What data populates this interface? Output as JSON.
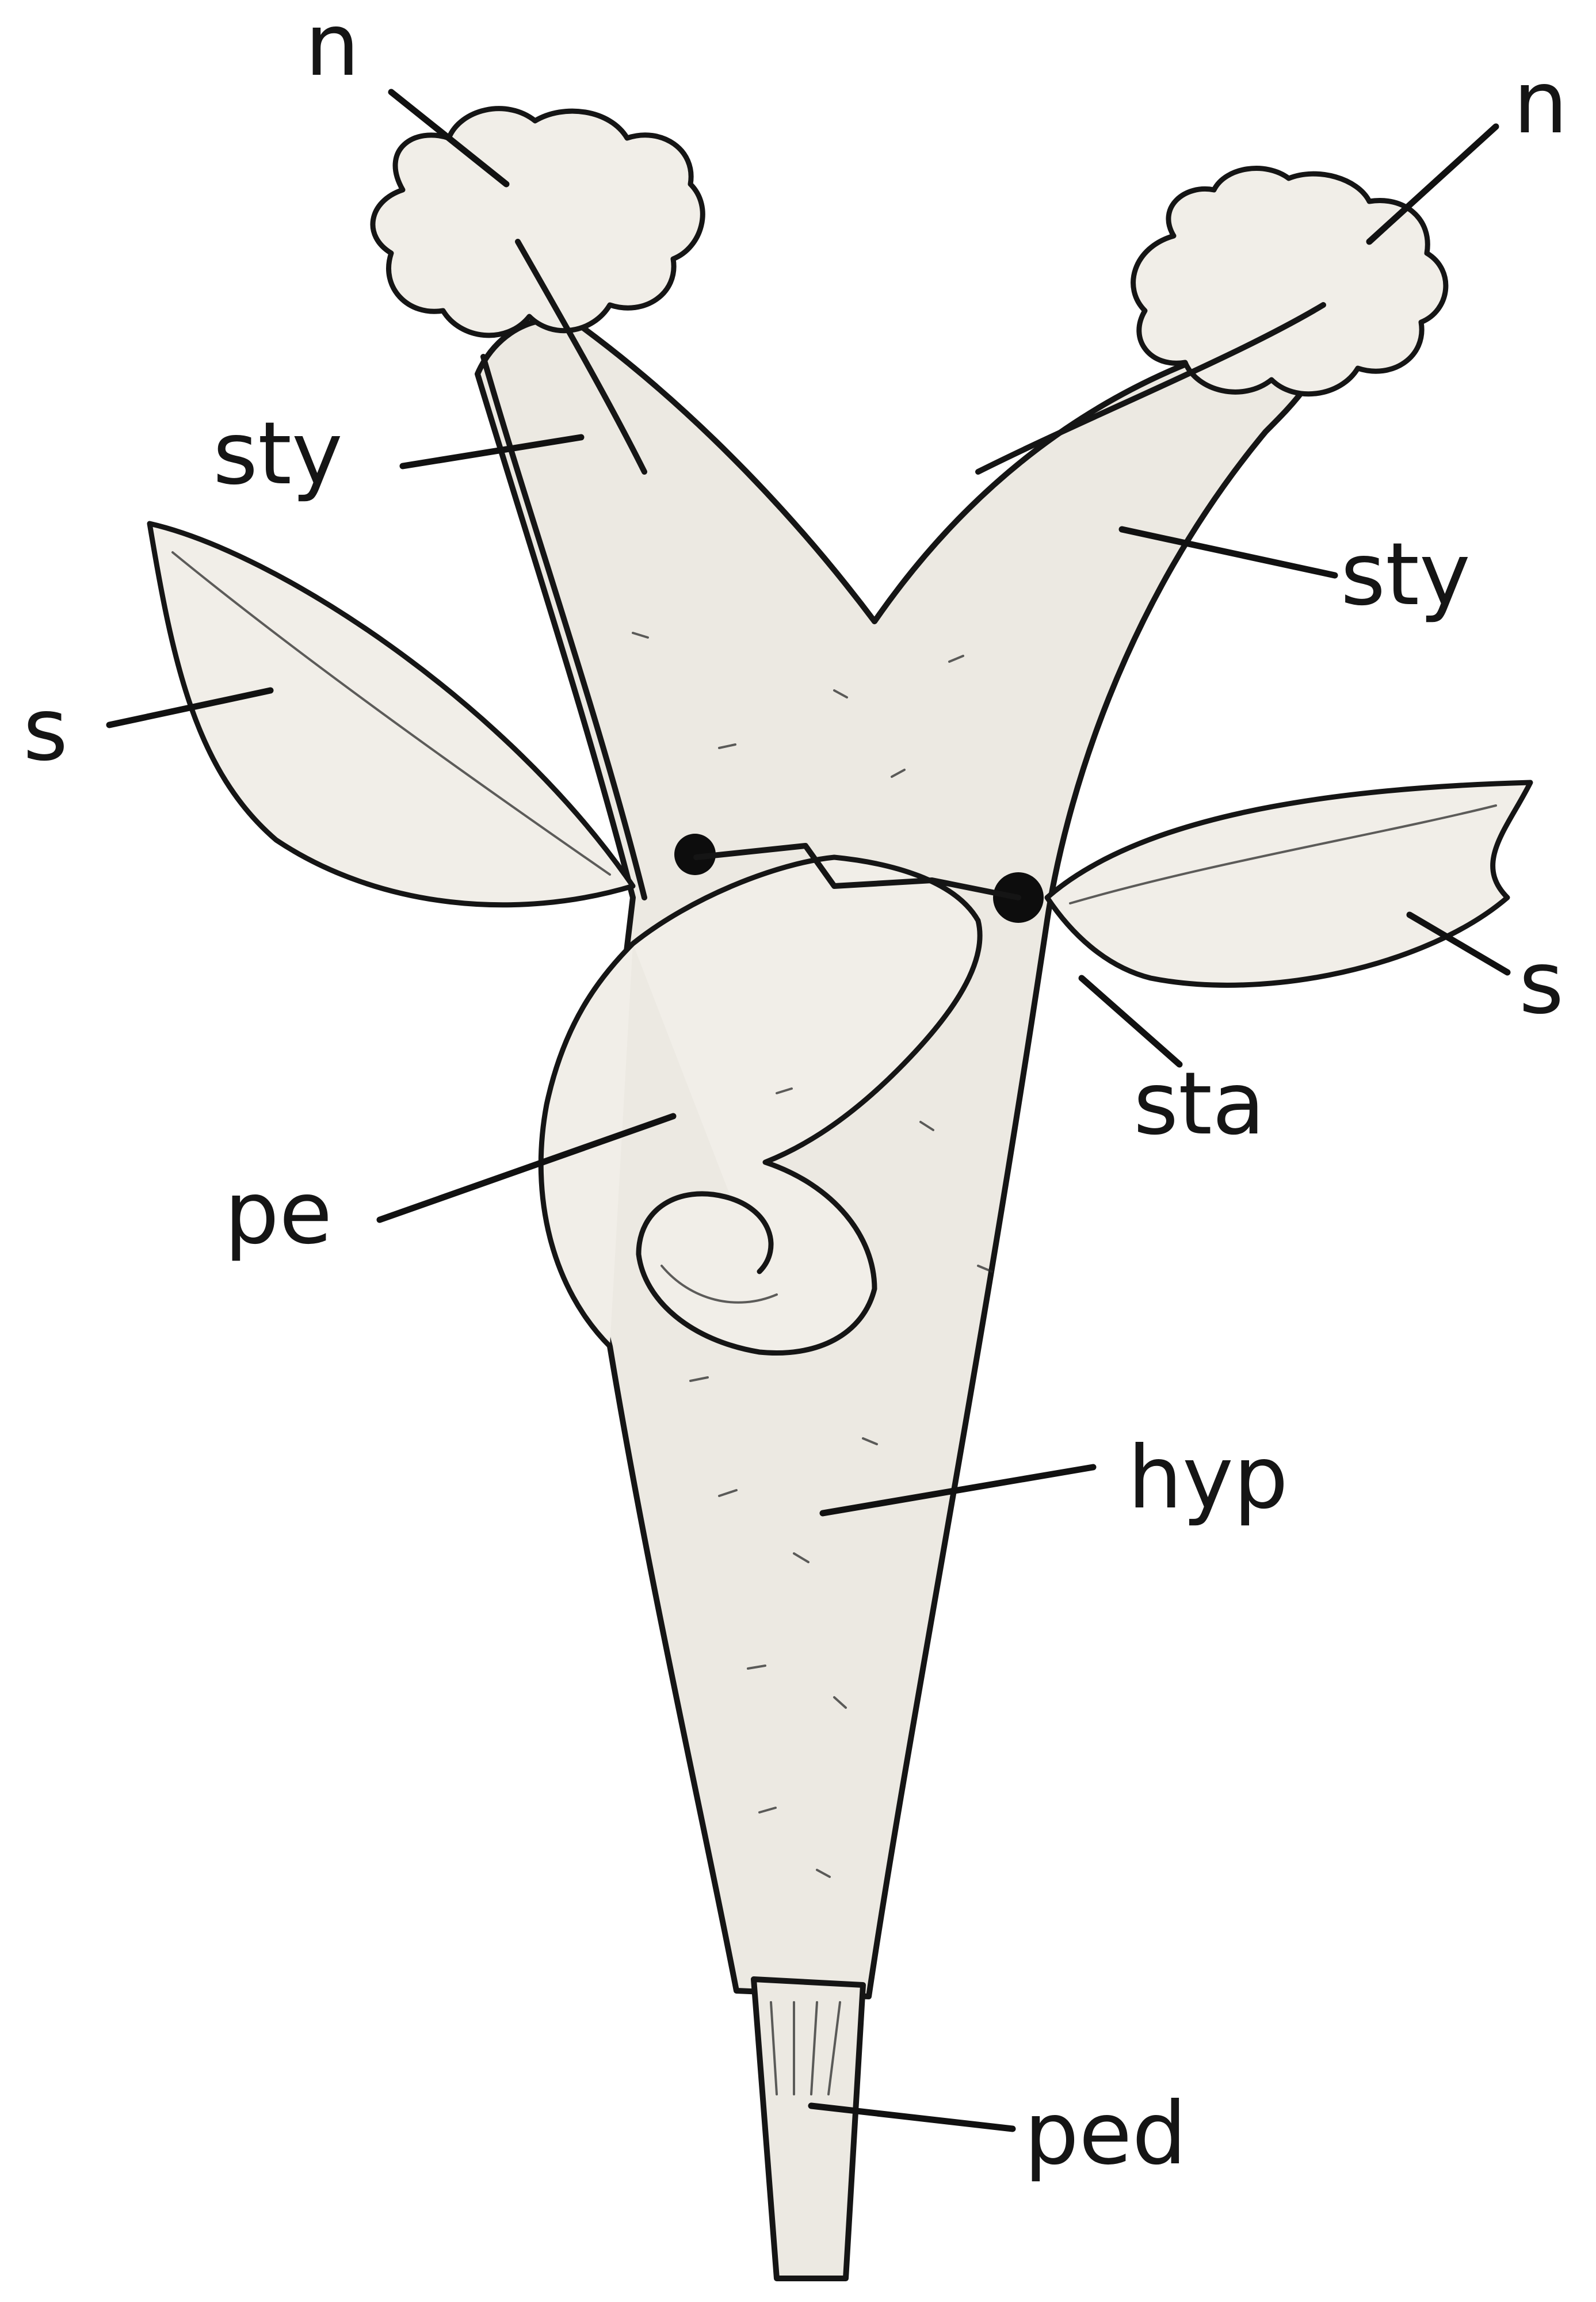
{
  "labels": {
    "n_left": "n",
    "n_right": "n",
    "sty_left": "sty",
    "sty_right": "sty",
    "s_left": "s",
    "s_right": "s",
    "pe": "pe",
    "sta": "sta",
    "hyp": "hyp",
    "ped": "ped"
  }
}
